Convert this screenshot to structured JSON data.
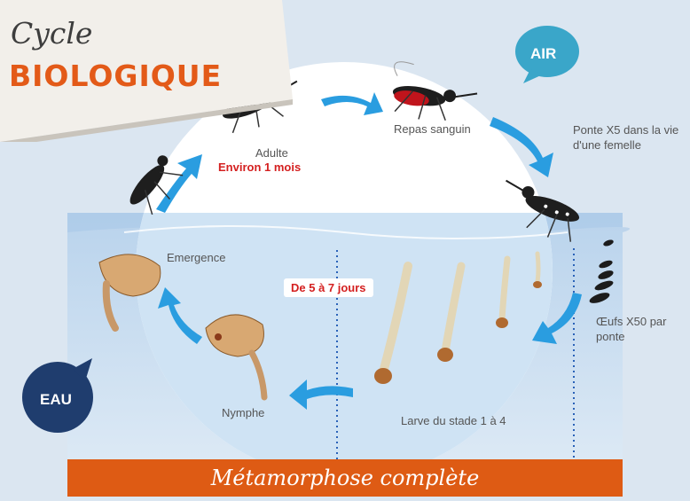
{
  "title": {
    "line1": "Cycle",
    "line2": "BIOLOGIQUE"
  },
  "badges": {
    "air": "AIR",
    "eau": "EAU"
  },
  "stages": {
    "adulte": "Adulte",
    "adulte_duration": "Environ 1 mois",
    "repas": "Repas sanguin",
    "ponte": "Ponte X5 dans la vie d'une femelle",
    "oeufs": "Œufs X50 par ponte",
    "larve": "Larve du stade 1 à 4",
    "nymphe": "Nymphe",
    "emergence": "Emergence",
    "water_duration": "De 5 à 7 jours"
  },
  "banner": "Métamorphose complète",
  "colors": {
    "accent_orange": "#de5b14",
    "badge_blue": "#1f3d6e",
    "air_bubble": "#3aa6c9",
    "arrow_blue": "#2a9de0",
    "label_red": "#d42020"
  }
}
